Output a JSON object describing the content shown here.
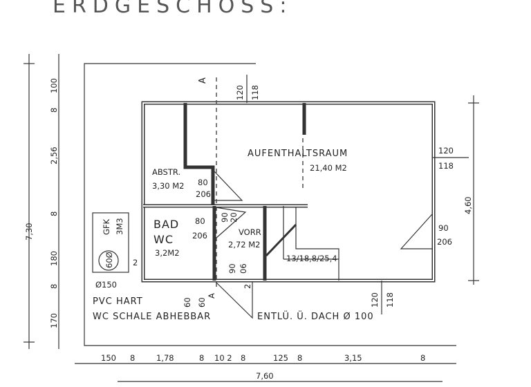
{
  "title": "ERDGESCHOSS:",
  "rooms": {
    "aufenthalt": {
      "name": "AUFENTHALTSRAUM",
      "area": "21,40 M2"
    },
    "abstr": {
      "name": "ABSTR.",
      "area": "3,30 M2",
      "door_w": "80",
      "door_h": "206"
    },
    "bad": {
      "name": "BAD",
      "name2": "WC",
      "area": "3,2M2",
      "door_w": "80",
      "door_h": "206"
    },
    "vorr": {
      "name": "VORR",
      "area": "2,72 M2"
    }
  },
  "stair": "13/18,8/25,4",
  "door_vorr_top": {
    "w": "90",
    "h": "20"
  },
  "door_entry": {
    "w": "90",
    "h": "06",
    "extra": "2"
  },
  "window_right": {
    "w": "120",
    "h": "118"
  },
  "door_right": {
    "w": "90",
    "h": "206"
  },
  "window_top": {
    "w": "120",
    "h": "118"
  },
  "window_bottom": {
    "w": "120",
    "h": "118"
  },
  "window_bad": {
    "w": "60",
    "h": "60"
  },
  "section_marker": "A",
  "tank": {
    "label1": "GFK",
    "label2": "3M3",
    "label3": "60Ø",
    "pipe_dim": "2"
  },
  "notes": {
    "pipe": "Ø150",
    "pvc": "PVC HART",
    "wc": "WC SCHALE ABHEBBAR",
    "vent": "ENTLÜ. Ü. DACH Ø 100"
  },
  "dims_left": {
    "total": "7,30",
    "parts": [
      "100",
      "8",
      "2,56",
      "8",
      "180",
      "8",
      "170"
    ]
  },
  "dims_right": {
    "total": "4,60"
  },
  "dims_bottom": {
    "total": "7,60",
    "parts": [
      "150",
      "8",
      "1,78",
      "8",
      "10 2",
      "8",
      "125",
      "8",
      "3,15",
      "8"
    ]
  }
}
